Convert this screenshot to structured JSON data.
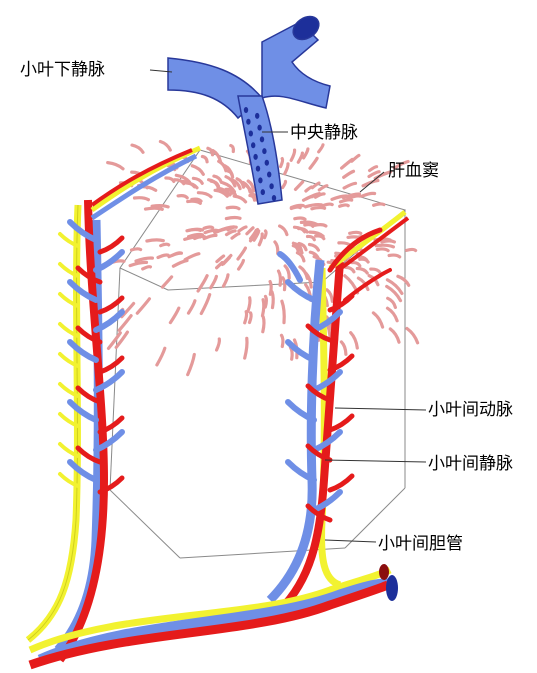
{
  "labels": {
    "sublobular_vein": "小叶下静脉",
    "central_vein": "中央静脉",
    "sinusoid": "肝血窦",
    "interlobular_artery": "小叶间动脉",
    "interlobular_vein": "小叶间静脉",
    "interlobular_bile_duct": "小叶间胆管"
  },
  "colors": {
    "vein": "#6f8fe6",
    "vein_dark": "#1d2f9a",
    "artery": "#e51b1b",
    "bile_duct": "#f2f230",
    "sinusoid": "#e49a9a",
    "outline": "#7d7d7d"
  }
}
